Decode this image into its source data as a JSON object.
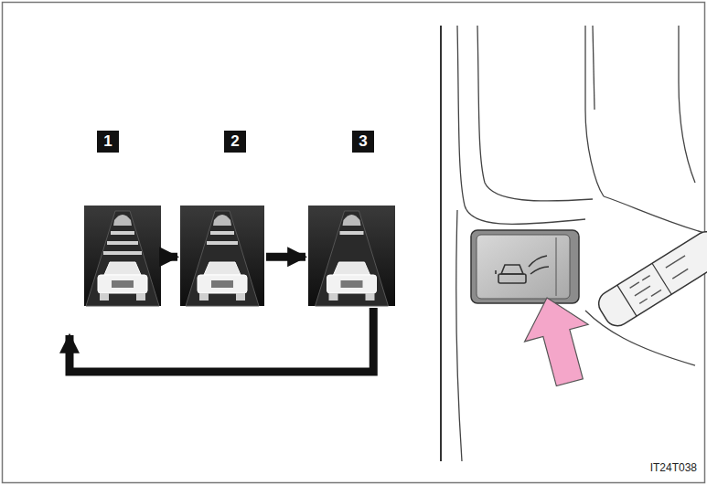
{
  "diagram": {
    "nodes": [
      {
        "text": [
          "1"
        ]
      },
      {
        "text": [
          "2"
        ]
      },
      {
        "text": [
          "3"
        ]
      }
    ],
    "edges": [
      {
        "from": 0,
        "to": 1,
        "arrow": "to"
      },
      {
        "from": 1,
        "to": 2,
        "arrow": "to"
      },
      {
        "from": 2,
        "to": 0,
        "arrow": "to"
      }
    ],
    "labels": [
      "IT24T038"
    ]
  }
}
